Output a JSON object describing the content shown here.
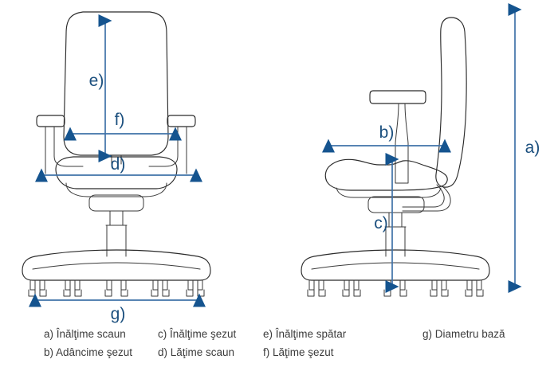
{
  "diagram": {
    "title": "Office chair dimension diagram",
    "views": [
      {
        "name": "front-view",
        "description": "Front view of office chair"
      },
      {
        "name": "side-view",
        "description": "Side view of office chair"
      }
    ],
    "dimension_labels": {
      "a": "a)",
      "b": "b)",
      "c": "c)",
      "d": "d)",
      "e": "e)",
      "f": "f)",
      "g": "g)"
    }
  },
  "legend": {
    "columns": [
      {
        "entries": [
          {
            "key": "a)",
            "text": "a) Înălţime scaun"
          },
          {
            "key": "b)",
            "text": "b) Adâncime şezut"
          }
        ]
      },
      {
        "entries": [
          {
            "key": "c)",
            "text": "c) Înălţime şezut"
          },
          {
            "key": "d)",
            "text": "d) Lăţime scaun"
          }
        ]
      },
      {
        "entries": [
          {
            "key": "e)",
            "text": "e) Înălţime spătar"
          },
          {
            "key": "f)",
            "text": "f)  Lăţime şezut"
          }
        ]
      },
      {
        "entries": [
          {
            "key": "g)",
            "text": "g) Diametru bază"
          }
        ]
      }
    ]
  },
  "colors": {
    "dimension_line": "#3f72a8",
    "dimension_arrowhead": "#15548f",
    "dimension_label": "#1b4f7e",
    "chair_outline": "#2b2b2b",
    "legend_text": "#3c3c3c",
    "background": "#ffffff"
  }
}
